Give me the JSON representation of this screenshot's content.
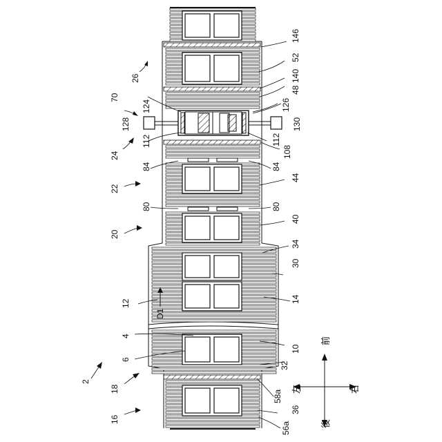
{
  "labels": {
    "l2": "2",
    "l4": "4",
    "l6": "6",
    "l10": "10",
    "l12": "12",
    "l14": "14",
    "l16": "16",
    "l18": "18",
    "l20": "20",
    "l22": "22",
    "l24": "24",
    "l26": "26",
    "l30": "30",
    "l32": "32",
    "l34": "34",
    "l36": "36",
    "l40": "40",
    "l44": "44",
    "l48": "48",
    "l52": "52",
    "l56a": "56a",
    "l58a": "58a",
    "l70": "70",
    "l80a": "80",
    "l80b": "80",
    "l84a": "84",
    "l84b": "84",
    "l108": "108",
    "l112a": "112",
    "l112b": "112",
    "l124": "124",
    "l126": "126",
    "l128": "128",
    "l130": "130",
    "l140": "140",
    "l146": "146"
  },
  "flow_label": "D1",
  "directions": {
    "front": "前",
    "back": "後",
    "left": "左",
    "right": "右"
  }
}
